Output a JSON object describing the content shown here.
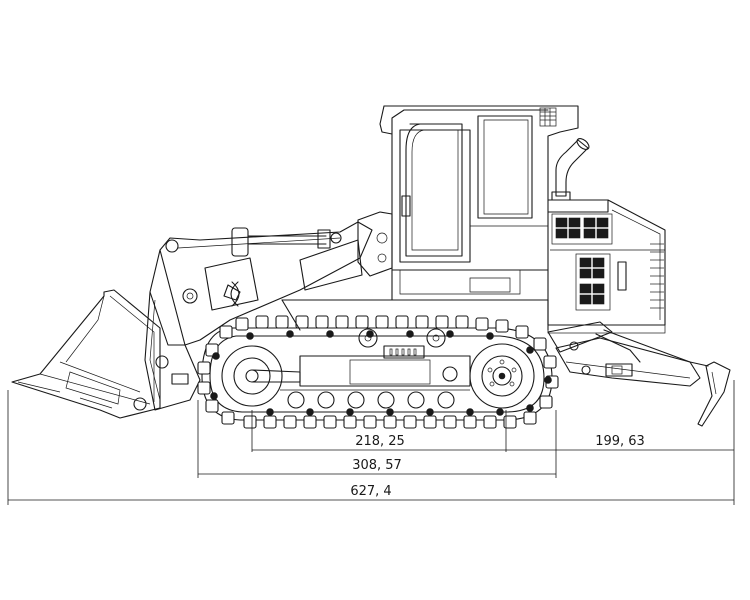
{
  "dimensions": {
    "track_wheelbase": "218, 25",
    "rear_overhang": "199, 63",
    "track_length": "308, 57",
    "overall_length": "627, 4"
  }
}
